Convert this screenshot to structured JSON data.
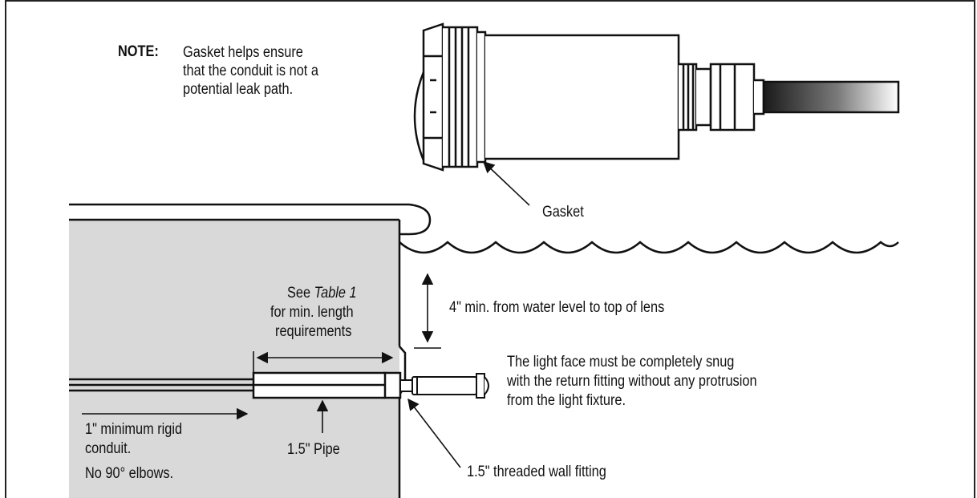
{
  "note": {
    "key": "NOTE:",
    "lines": [
      "Gasket helps ensure",
      "that the conduit is not a",
      "potential leak path."
    ]
  },
  "labels": {
    "gasket": "Gasket",
    "see": "See",
    "table_ref": "Table 1",
    "min_length_1": "for min. length",
    "min_length_2": "requirements",
    "water_level": "4\" min. from water level to top of lens",
    "snug_1": "The light face must be completely snug",
    "snug_2": "with the return fitting without any protrusion",
    "snug_3": "from the light fixture.",
    "conduit_1": "1\" minimum rigid",
    "conduit_2": "conduit.",
    "elbows": "No 90° elbows.",
    "pipe": "1.5\" Pipe",
    "wall_fitting": "1.5\" threaded wall fitting"
  },
  "colors": {
    "line": "#111111",
    "pool_wall": "#d9d9d9",
    "background": "#ffffff"
  }
}
